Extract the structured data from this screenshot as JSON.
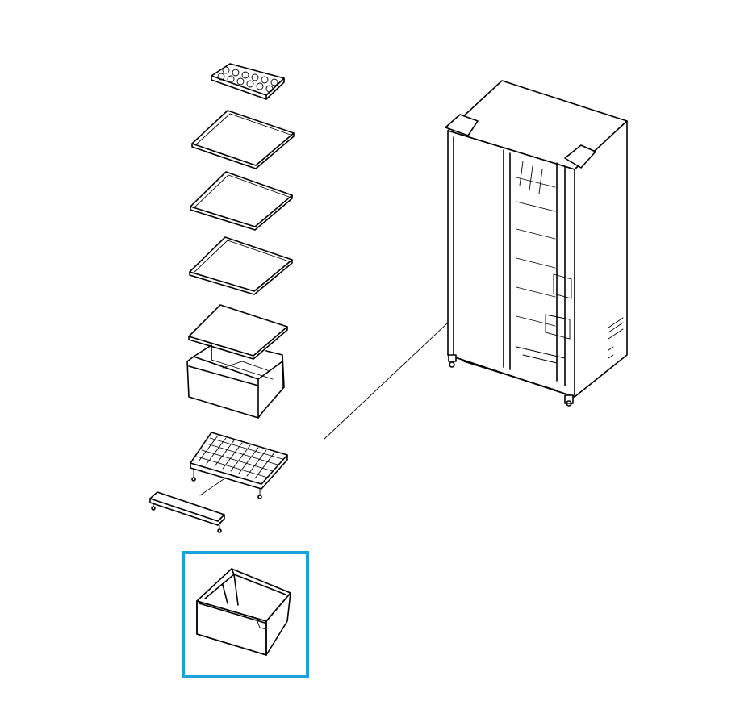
{
  "diagram": {
    "highlight_color": "#1aa3d9",
    "line_color": "#000000",
    "background": "#ffffff",
    "parts": [
      {
        "id": "egg-tray",
        "icon": "egg-tray-icon"
      },
      {
        "id": "glass-shelf-1",
        "icon": "glass-shelf-icon"
      },
      {
        "id": "glass-shelf-2",
        "icon": "glass-shelf-icon"
      },
      {
        "id": "glass-shelf-3",
        "icon": "glass-shelf-icon"
      },
      {
        "id": "crisper-cover",
        "icon": "glass-shelf-icon"
      },
      {
        "id": "crisper-drawer",
        "icon": "drawer-icon"
      },
      {
        "id": "crisper-support-frame",
        "icon": "grid-frame-icon"
      },
      {
        "id": "front-trim-bar",
        "icon": "trim-bar-icon"
      },
      {
        "id": "highlighted-crisper-drawer",
        "icon": "drawer-icon",
        "highlighted": true
      },
      {
        "id": "refrigerator-cabinet",
        "icon": "refrigerator-icon"
      }
    ]
  }
}
